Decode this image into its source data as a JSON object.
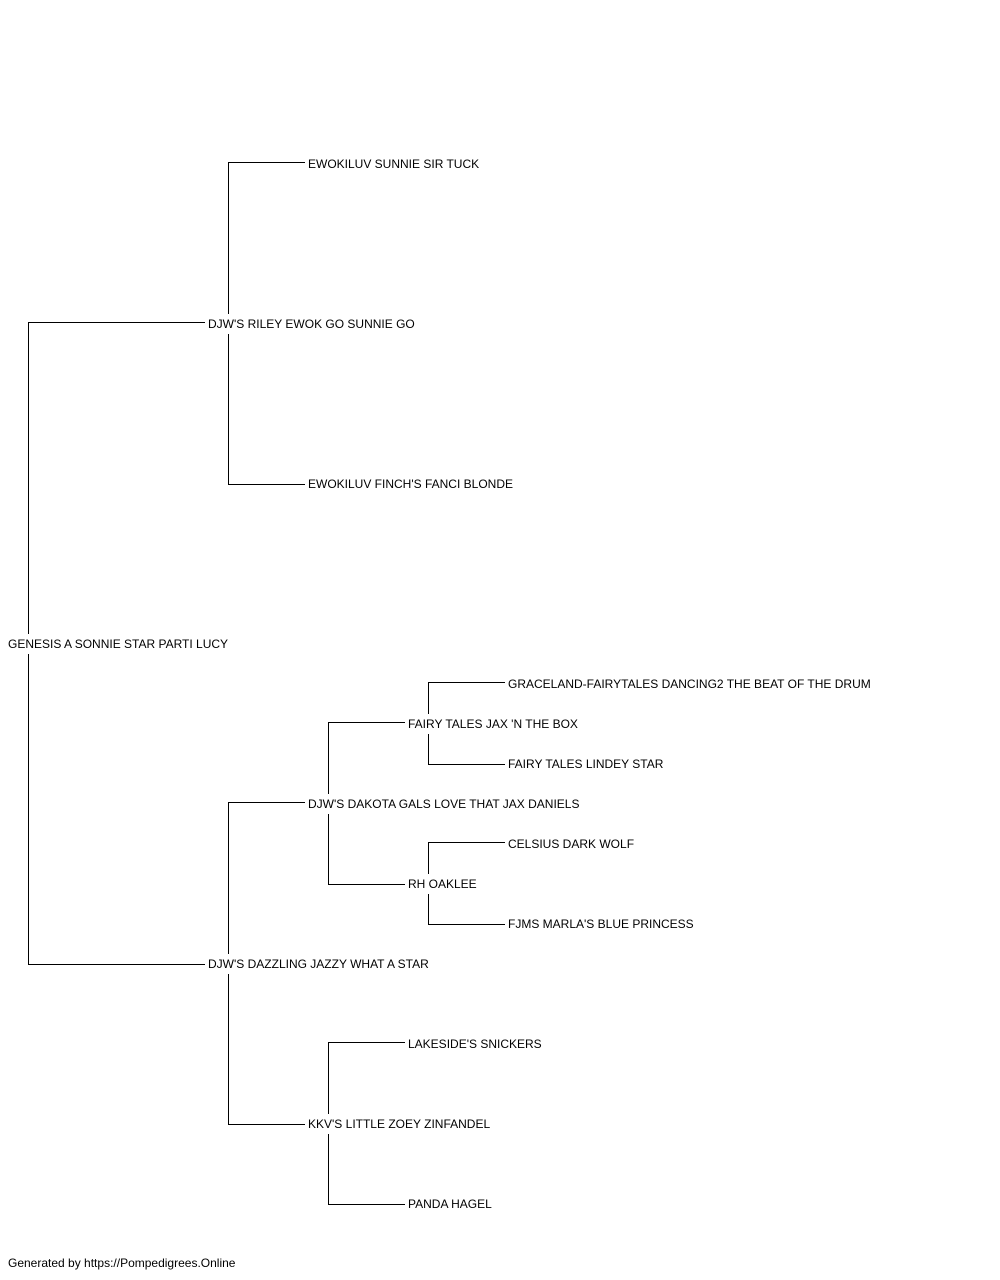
{
  "pedigree": {
    "subject": "GENESIS A SONNIE STAR PARTI LUCY",
    "sire": "DJW'S RILEY EWOK GO SUNNIE GO",
    "sire_sire": "EWOKILUV SUNNIE SIR TUCK",
    "sire_dam": "EWOKILUV FINCH'S FANCI BLONDE",
    "dam": "DJW'S DAZZLING JAZZY WHAT A STAR",
    "dam_sire": "DJW'S DAKOTA GALS LOVE THAT JAX DANIELS",
    "dam_sire_sire": "FAIRY TALES JAX 'N THE BOX",
    "dam_sire_sire_sire": "GRACELAND-FAIRYTALES DANCING2 THE BEAT OF THE DRUM",
    "dam_sire_sire_dam": "FAIRY TALES LINDEY STAR",
    "dam_sire_dam": "RH OAKLEE",
    "dam_sire_dam_sire": "CELSIUS DARK WOLF",
    "dam_sire_dam_dam": "FJMS MARLA'S BLUE PRINCESS",
    "dam_dam": "KKV'S LITTLE ZOEY ZINFANDEL",
    "dam_dam_sire": "LAKESIDE'S SNICKERS",
    "dam_dam_dam": "PANDA HAGEL"
  },
  "footer": "Generated by https://Pompedigrees.Online"
}
